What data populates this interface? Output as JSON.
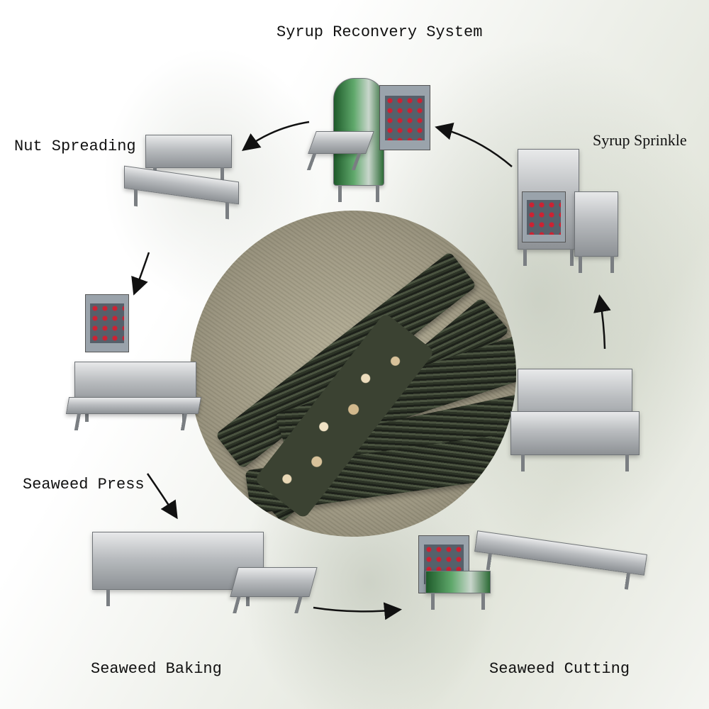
{
  "diagram": {
    "type": "circular-process-flow",
    "center_image": "seaweed-snack-with-nuts",
    "steps": [
      {
        "id": 1,
        "label": "Seaweed Press"
      },
      {
        "id": 2,
        "label": "Seaweed Baking"
      },
      {
        "id": 3,
        "label": "Seaweed Cutting"
      },
      {
        "id": 4,
        "label": "Syrup Sprinkle"
      },
      {
        "id": 5,
        "label": "Syrup Reconvery System"
      },
      {
        "id": 6,
        "label": "Nut Spreading"
      }
    ],
    "flow": [
      "Seaweed Press -> Seaweed Baking",
      "Seaweed Baking -> Seaweed Cutting",
      "Seaweed Cutting -> Syrup Sprinkle",
      "Syrup Sprinkle -> Syrup Reconvery System",
      "Syrup Reconvery System -> Nut Spreading",
      "Nut Spreading -> Seaweed Press"
    ]
  },
  "labels": {
    "syrup_recovery": "Syrup Reconvery System",
    "syrup_sprinkle": "Syrup Sprinkle",
    "nut_spreading": "Nut Spreading",
    "seaweed_press": "Seaweed Press",
    "seaweed_baking": "Seaweed Baking",
    "seaweed_cutting": "Seaweed Cutting"
  },
  "colors": {
    "text": "#111111",
    "arrow": "#111111",
    "background": "#ffffff"
  }
}
